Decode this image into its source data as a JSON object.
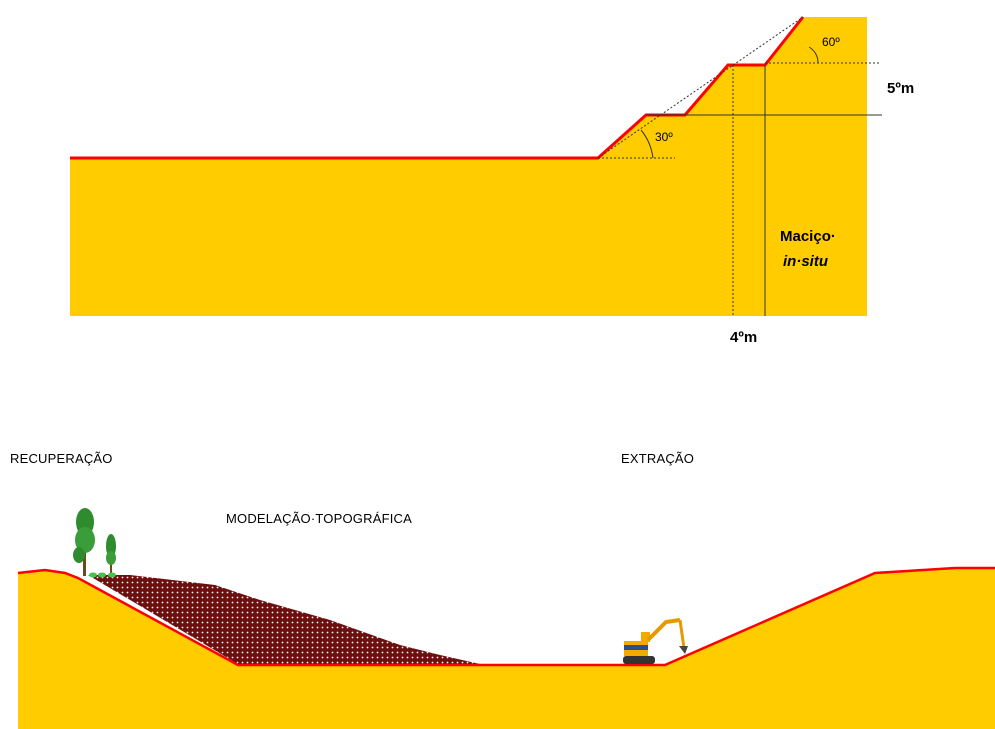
{
  "top_section": {
    "angle_upper": "60º",
    "angle_lower": "30º",
    "height_label": "5ºm",
    "width_label": "4ºm",
    "rock_label_line1": "Maciço·",
    "rock_label_line2": "in·situ"
  },
  "bottom_section": {
    "recovery_label": "RECUPERAÇÃO",
    "extraction_label": "EXTRAÇÃO",
    "modeling_label": "MODELAÇÃO·TOPOGRÁFICA"
  },
  "colors": {
    "ground": "#FFCC00",
    "profile_line": "#FF0000",
    "fill_material": "#6B0F0F",
    "tree": "#2E8B2E"
  }
}
